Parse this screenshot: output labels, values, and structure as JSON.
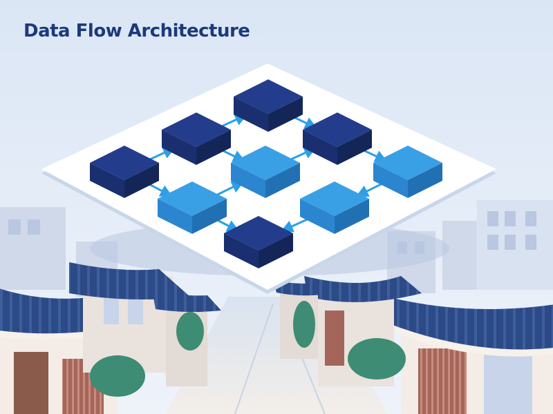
{
  "title": "Data Flow Architecture",
  "colors": {
    "sky_top": "#dbe6f5",
    "sky_bottom": "#edf3fb",
    "title": "#1b3a7a",
    "block_dark_top": "#233c8c",
    "block_light_top": "#3aa0e6",
    "arrow": "#2c9fe6",
    "platform": "#ffffff",
    "roof": "#2c4a86",
    "wall": "#f4ece6",
    "wood": "#8a5a4a",
    "tree": "#3e8c73"
  },
  "diagram": {
    "nodes": [
      {
        "id": "n1",
        "tone": "dark"
      },
      {
        "id": "n2",
        "tone": "dark"
      },
      {
        "id": "n3",
        "tone": "dark"
      },
      {
        "id": "n4",
        "tone": "dark"
      },
      {
        "id": "n5",
        "tone": "light"
      },
      {
        "id": "n6",
        "tone": "light"
      },
      {
        "id": "n7",
        "tone": "light"
      },
      {
        "id": "n8",
        "tone": "light"
      },
      {
        "id": "n9",
        "tone": "dark"
      }
    ],
    "edges": [
      {
        "from": "n4",
        "to": "n2"
      },
      {
        "from": "n2",
        "to": "n1"
      },
      {
        "from": "n1",
        "to": "n3"
      },
      {
        "from": "n3",
        "to": "n7"
      },
      {
        "from": "n7",
        "to": "n8"
      },
      {
        "from": "n8",
        "to": "n9"
      },
      {
        "from": "n2",
        "to": "n5"
      },
      {
        "from": "n5",
        "to": "n3"
      },
      {
        "from": "n6",
        "to": "n5"
      },
      {
        "from": "n4",
        "to": "n6"
      },
      {
        "from": "n6",
        "to": "n9"
      }
    ]
  }
}
